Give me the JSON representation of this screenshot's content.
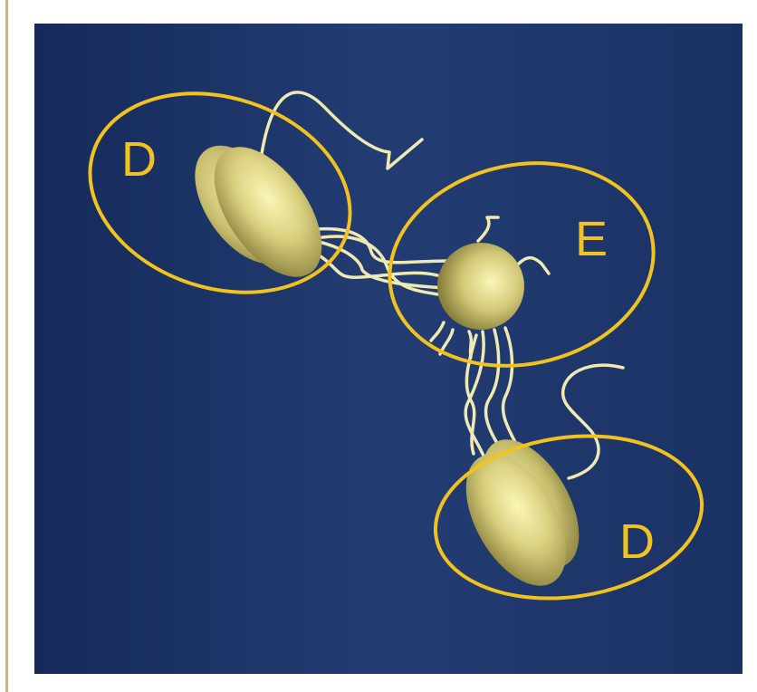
{
  "diagram": {
    "labels": {
      "d_top": "D",
      "e": "E",
      "d_bottom": "D"
    },
    "colors": {
      "background_dark": "#152a5a",
      "background_light": "#233d73",
      "ring": "#f2c21e",
      "domain_body": "#d6cf7c",
      "linker": "#efe9b4",
      "frame_rule": "#cdb58f"
    }
  }
}
